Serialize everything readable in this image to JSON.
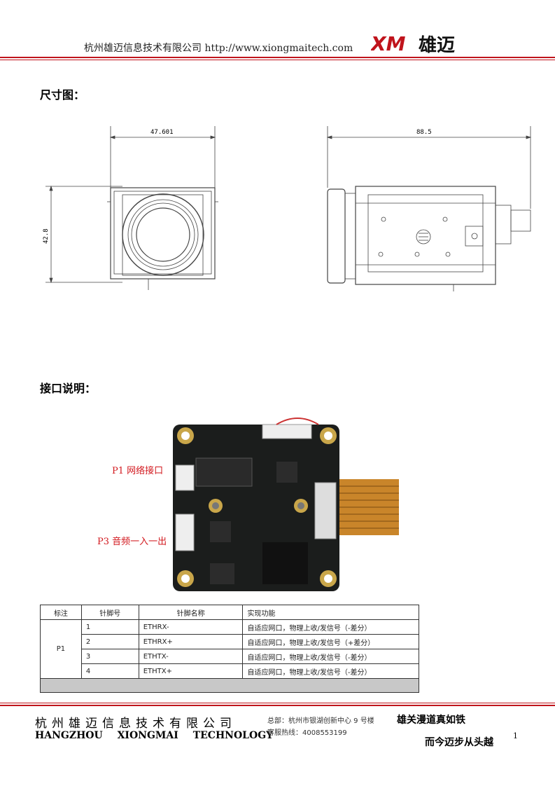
{
  "header": {
    "company_url": "杭州雄迈信息技术有限公司 http://www.xiongmaitech.com",
    "logo_mark": "XM",
    "logo_cn": "雄迈"
  },
  "sections": {
    "dimension_title": "尺寸图：",
    "interface_title": "接口说明："
  },
  "drawing": {
    "front_width": "47.601",
    "front_height": "42.8",
    "side_width": "88.5"
  },
  "board": {
    "label_p1": "P1 网络接口",
    "label_p3": "P3  音频一入一出"
  },
  "table": {
    "headers": [
      "标注",
      "针脚号",
      "针脚名称",
      "实现功能"
    ],
    "group": "P1",
    "rows": [
      {
        "pin": "1",
        "name": "ETHRX-",
        "func": "自适应网口，物理上收/发信号（-差分）"
      },
      {
        "pin": "2",
        "name": "ETHRX+",
        "func": "自适应网口，物理上收/发信号（+差分）"
      },
      {
        "pin": "3",
        "name": "ETHTX-",
        "func": "自适应网口，物理上收/发信号（-差分）"
      },
      {
        "pin": "4",
        "name": "ETHTX+",
        "func": "自适应网口，物理上收/发信号（-差分）"
      }
    ]
  },
  "footer": {
    "company_cn": "杭州雄迈信息技术有限公司",
    "company_en": "HANGZHOU XIONGMAI TECHNOLOGY",
    "address": "总部：杭州市银湖创新中心 9 号楼",
    "hotline": "客服热线：4008553199",
    "slogan1": "雄关漫道真如铁",
    "slogan2": "而今迈步从头越",
    "page": "1"
  },
  "colors": {
    "accent": "#c0141c",
    "label_red": "#d2181e",
    "pcb": "#1b1d1c"
  }
}
